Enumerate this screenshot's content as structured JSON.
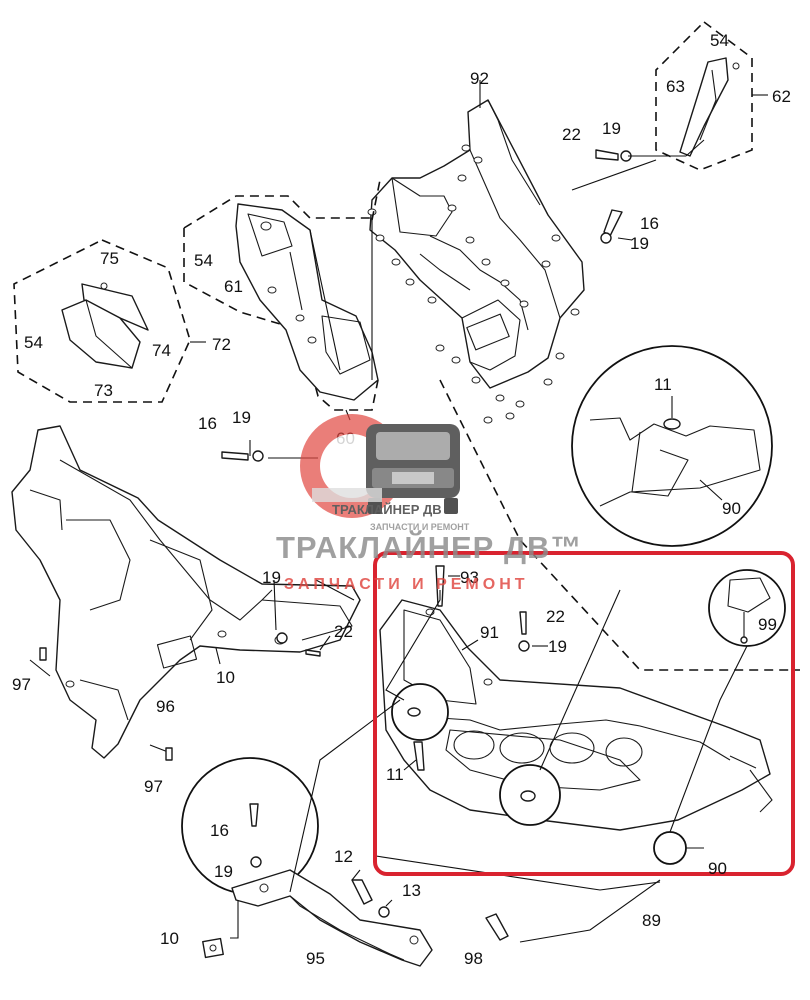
{
  "diagram": {
    "callouts": {
      "c92": "92",
      "c54a": "54",
      "c63": "63",
      "c62": "62",
      "c22a": "22",
      "c19a": "19",
      "c16a": "16",
      "c19b": "19",
      "c54b": "54",
      "c61": "61",
      "c60": "60",
      "c75": "75",
      "c54c": "54",
      "c74": "74",
      "c72": "72",
      "c73": "73",
      "c16b": "16",
      "c19c": "19",
      "c11a": "11",
      "c90a": "90",
      "c93": "93",
      "c91": "91",
      "c22b": "22",
      "c19d": "19",
      "c99": "99",
      "c11b": "11",
      "c90b": "90",
      "c89": "89",
      "c19e": "19",
      "c22c": "22",
      "c97a": "97",
      "c96": "96",
      "c10a": "10",
      "c97b": "97",
      "c16c": "16",
      "c19f": "19",
      "c10b": "10",
      "c95": "95",
      "c12": "12",
      "c13": "13",
      "c98": "98"
    },
    "highlight_color": "#d9232f"
  },
  "watermark": {
    "brand": "ТРАКЛАЙНЕР ДВ™",
    "brand_small": "ТРАКЛАЙНЕР ДВ",
    "tagline": "ЗАПЧАСТИ И РЕМОНТ",
    "tagline_small": "ЗАПЧАСТИ И РЕМОНТ",
    "colors": {
      "red": "#e0453f",
      "gray": "#8c8c8c",
      "truck": "#3c3c3c"
    }
  }
}
